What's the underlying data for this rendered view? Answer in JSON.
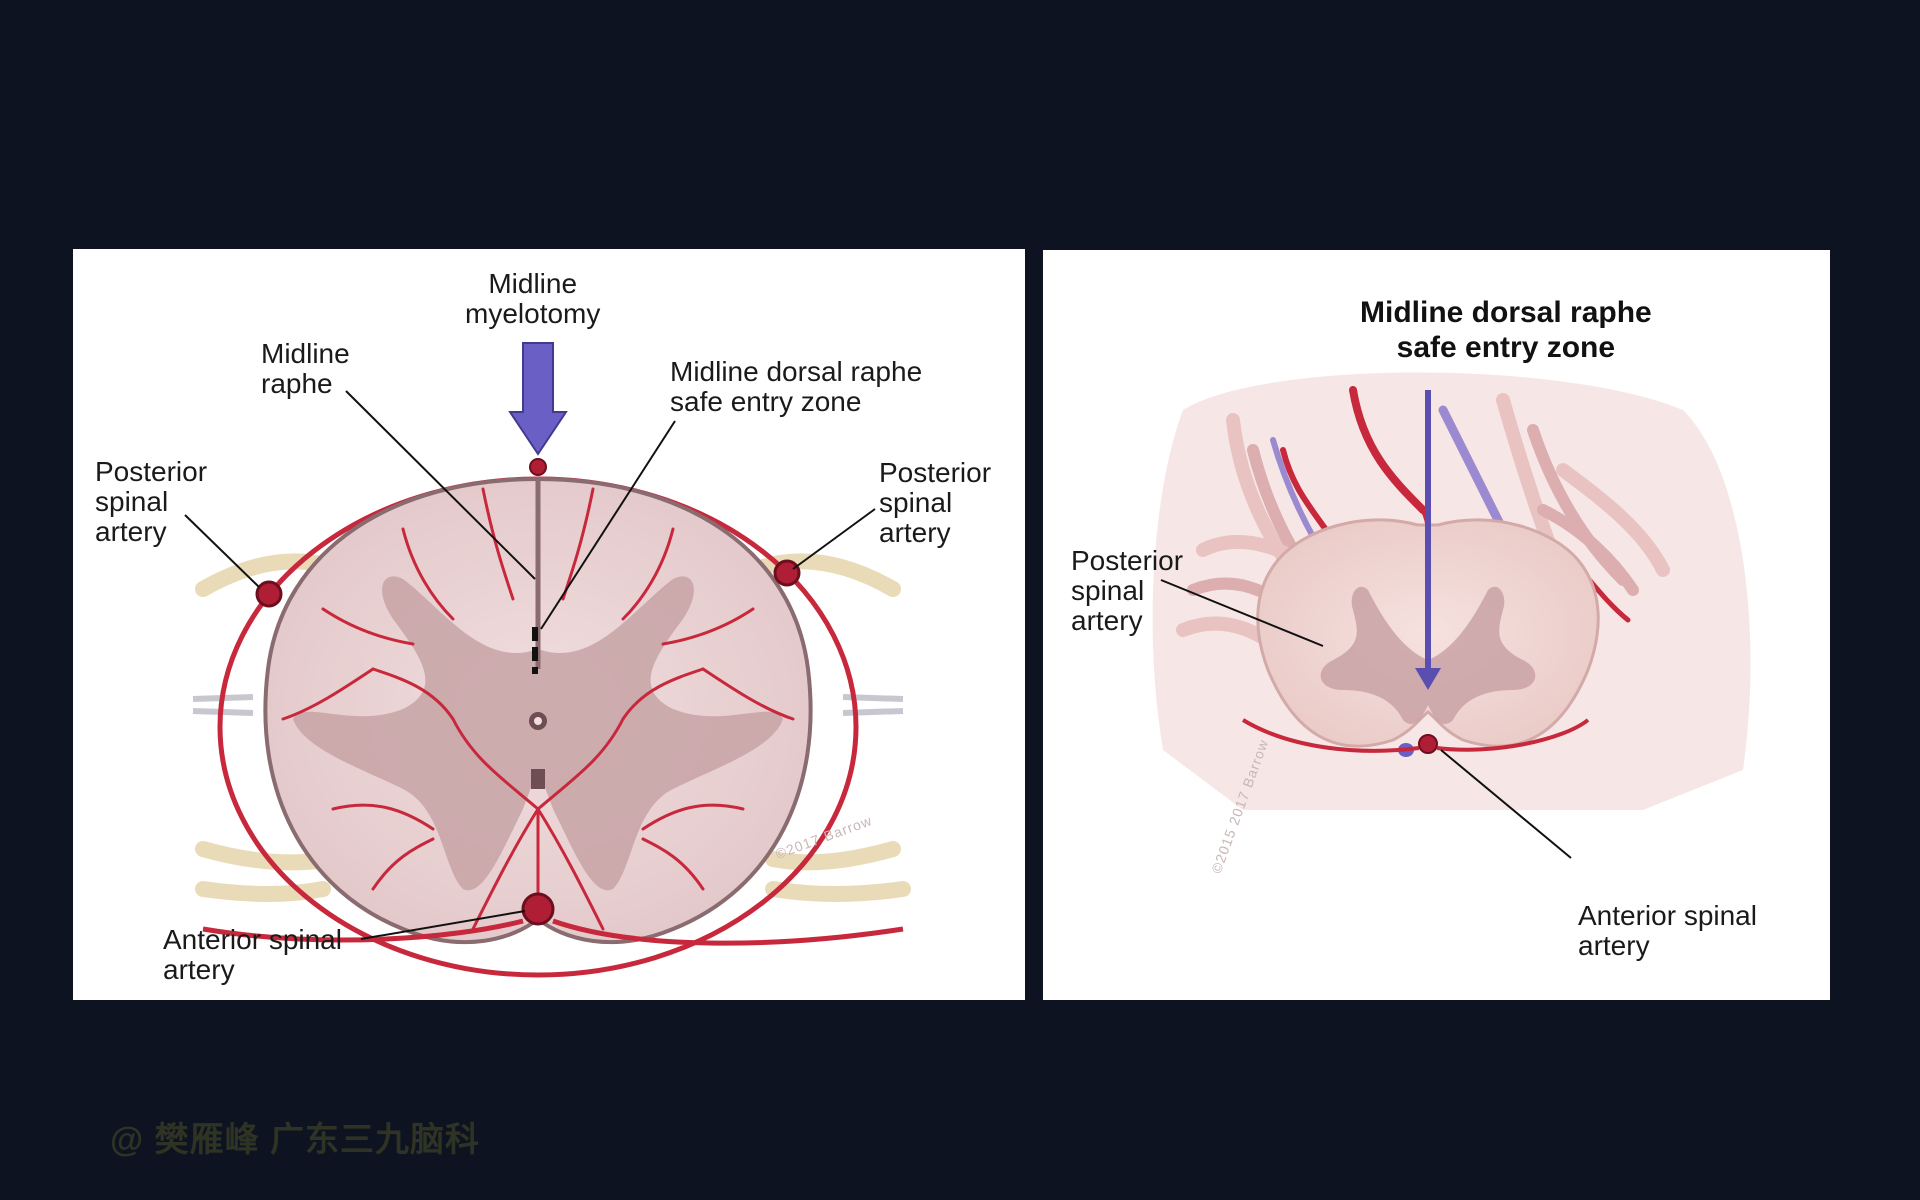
{
  "left_panel": {
    "labels": {
      "midline_myelotomy": "Midline\nmyelotomy",
      "midline_raphe": "Midline\nraphe",
      "dorsal_raphe": "Midline dorsal raphe\nsafe entry zone",
      "posterior_left": "Posterior\nspinal\nartery",
      "posterior_right": "Posterior\nspinal\nartery",
      "anterior": "Anterior spinal\nartery"
    },
    "copyright": "©2017 Barrow"
  },
  "right_panel": {
    "labels": {
      "title": "Midline dorsal raphe\nsafe entry zone",
      "posterior": "Posterior\nspinal\nartery",
      "anterior": "Anterior spinal\nartery"
    },
    "copyright": "©2015 2017 Barrow"
  },
  "watermark": "@ 樊雁峰 广东三九脑科",
  "colors": {
    "background": "#0e1322",
    "artery": "#c8283c",
    "cord": "#ecd3d4",
    "gray_matter": "#b98f93",
    "arrow": "#6a5fc4",
    "nerve_root": "#f3e3c2"
  }
}
